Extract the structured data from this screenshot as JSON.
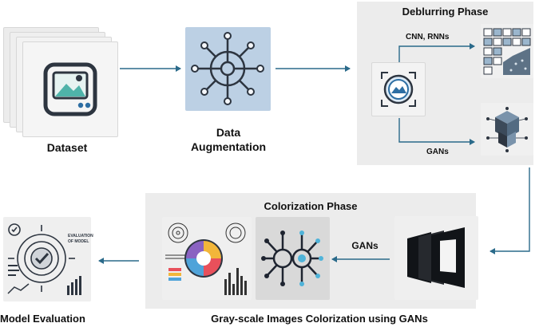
{
  "nodes": {
    "dataset": {
      "label": "Dataset",
      "icon": "image-stack-icon"
    },
    "augmentation": {
      "label_line1": "Data",
      "label_line2": "Augmentation",
      "icon": "network-gear-icon"
    },
    "deblur_input": {
      "icon": "blurred-image-icon"
    },
    "cnn_rnn": {
      "icon": "matrix-grid-icon"
    },
    "gan_deblur": {
      "icon": "cube-network-icon"
    },
    "stacked_frames": {
      "icon": "stacked-frames-icon"
    },
    "colorization_art": {
      "icon": "color-wheel-chart-icon"
    },
    "neural_net": {
      "icon": "neural-network-icon"
    },
    "evaluation": {
      "label": "Model Evaluation",
      "icon": "evaluation-dashboard-icon",
      "inner_text_line1": "EVALUATION",
      "inner_text_line2": "OF MODEL"
    }
  },
  "phases": {
    "deblurring": {
      "title": "Deblurring Phase",
      "branch_top_label": "CNN, RNNs",
      "branch_bottom_label": "GANs"
    },
    "colorization": {
      "title": "Colorization Phase",
      "arrow_label": "GANs",
      "caption": "Gray-scale Images Colorization using GANs"
    }
  },
  "colors": {
    "arrow": "#2a6a8a",
    "panel": "#ececec",
    "tile_light": "#f0f0f0",
    "tile_blue": "#bcd0e4",
    "accent_teal": "#4fb3a9",
    "dark": "#2d3540"
  }
}
